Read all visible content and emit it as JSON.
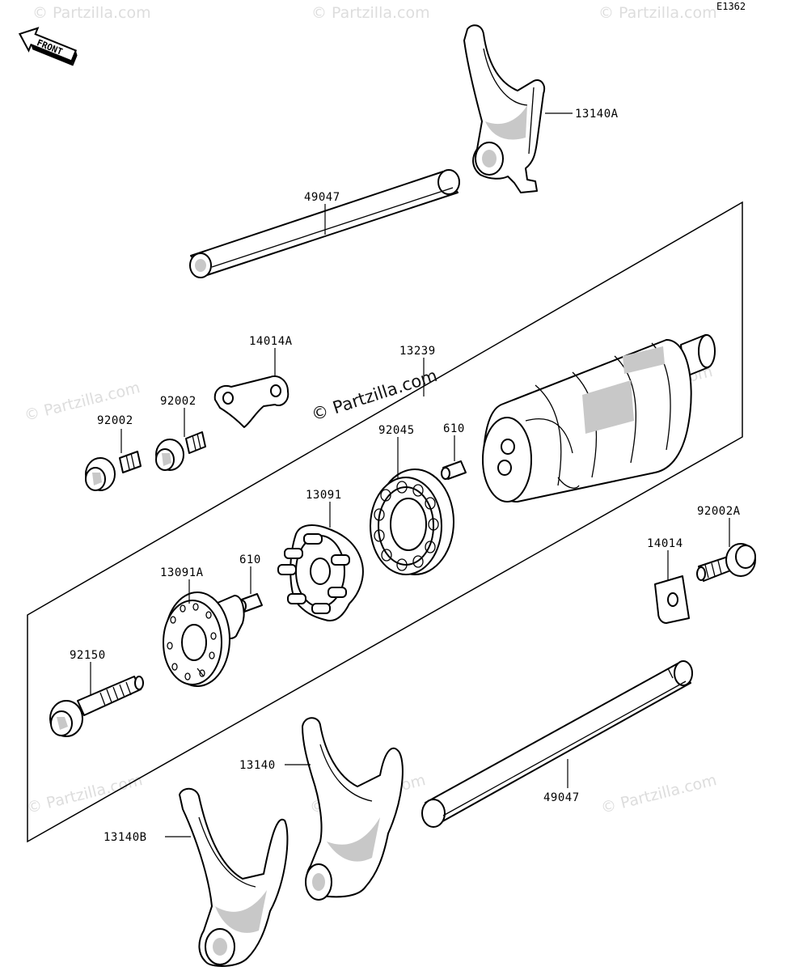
{
  "diagram_code": "E1362",
  "front_label": "FRONT",
  "watermark_main": "© Partzilla.com",
  "watermark_faint": "© Partzilla.com",
  "labels": {
    "fork_13140A": "13140A",
    "shaft_49047_top": "49047",
    "plate_14014A": "14014A",
    "drum_13239": "13239",
    "bolt_92002_a": "92002",
    "bolt_92002_b": "92002",
    "bearing_92045": "92045",
    "pin_610_a": "610",
    "pin_610_b": "610",
    "star_13091": "13091",
    "cam_13091A": "13091A",
    "bolt_92150": "92150",
    "bolt_92002A": "92002A",
    "plate_14014": "14014",
    "fork_13140": "13140",
    "fork_13140B": "13140B",
    "shaft_49047_bottom": "49047"
  }
}
